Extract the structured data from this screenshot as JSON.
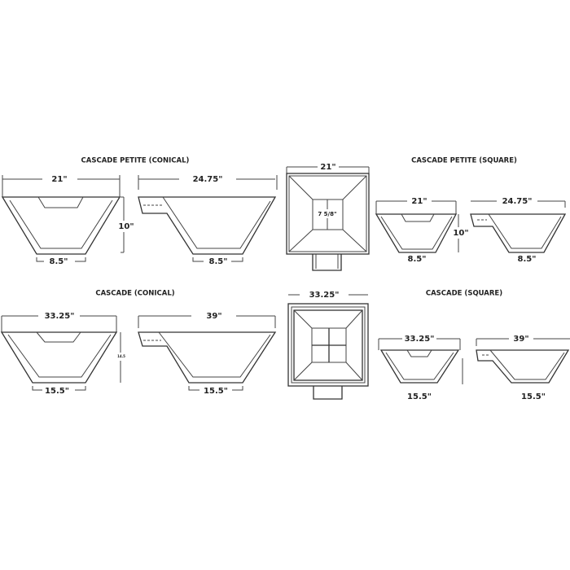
{
  "sections": [
    {
      "title": "CASCADE PETITE (CONICAL)",
      "front_width": "21\"",
      "side_width": "24.75\"",
      "height": "10\"",
      "base_front": "8.5\"",
      "base_side": "8.5\""
    },
    {
      "title": "CASCADE PETITE (SQUARE)",
      "top_width": "21\"",
      "center_label": "7 5/8\"",
      "front_width": "21\"",
      "side_width": "24.75\"",
      "height": "10\"",
      "base_front": "8.5\"",
      "base_side": "8.5\""
    },
    {
      "title": "CASCADE (CONICAL)",
      "front_width": "33.25\"",
      "side_width": "39\"",
      "height": "14.5",
      "base_front": "15.5\"",
      "base_side": "15.5\""
    },
    {
      "title": "CASCADE (SQUARE)",
      "top_width": "33.25\"",
      "front_width": "33.25\"",
      "side_width": "39\"",
      "base_front": "15.5\"",
      "base_side": "15.5\""
    }
  ]
}
